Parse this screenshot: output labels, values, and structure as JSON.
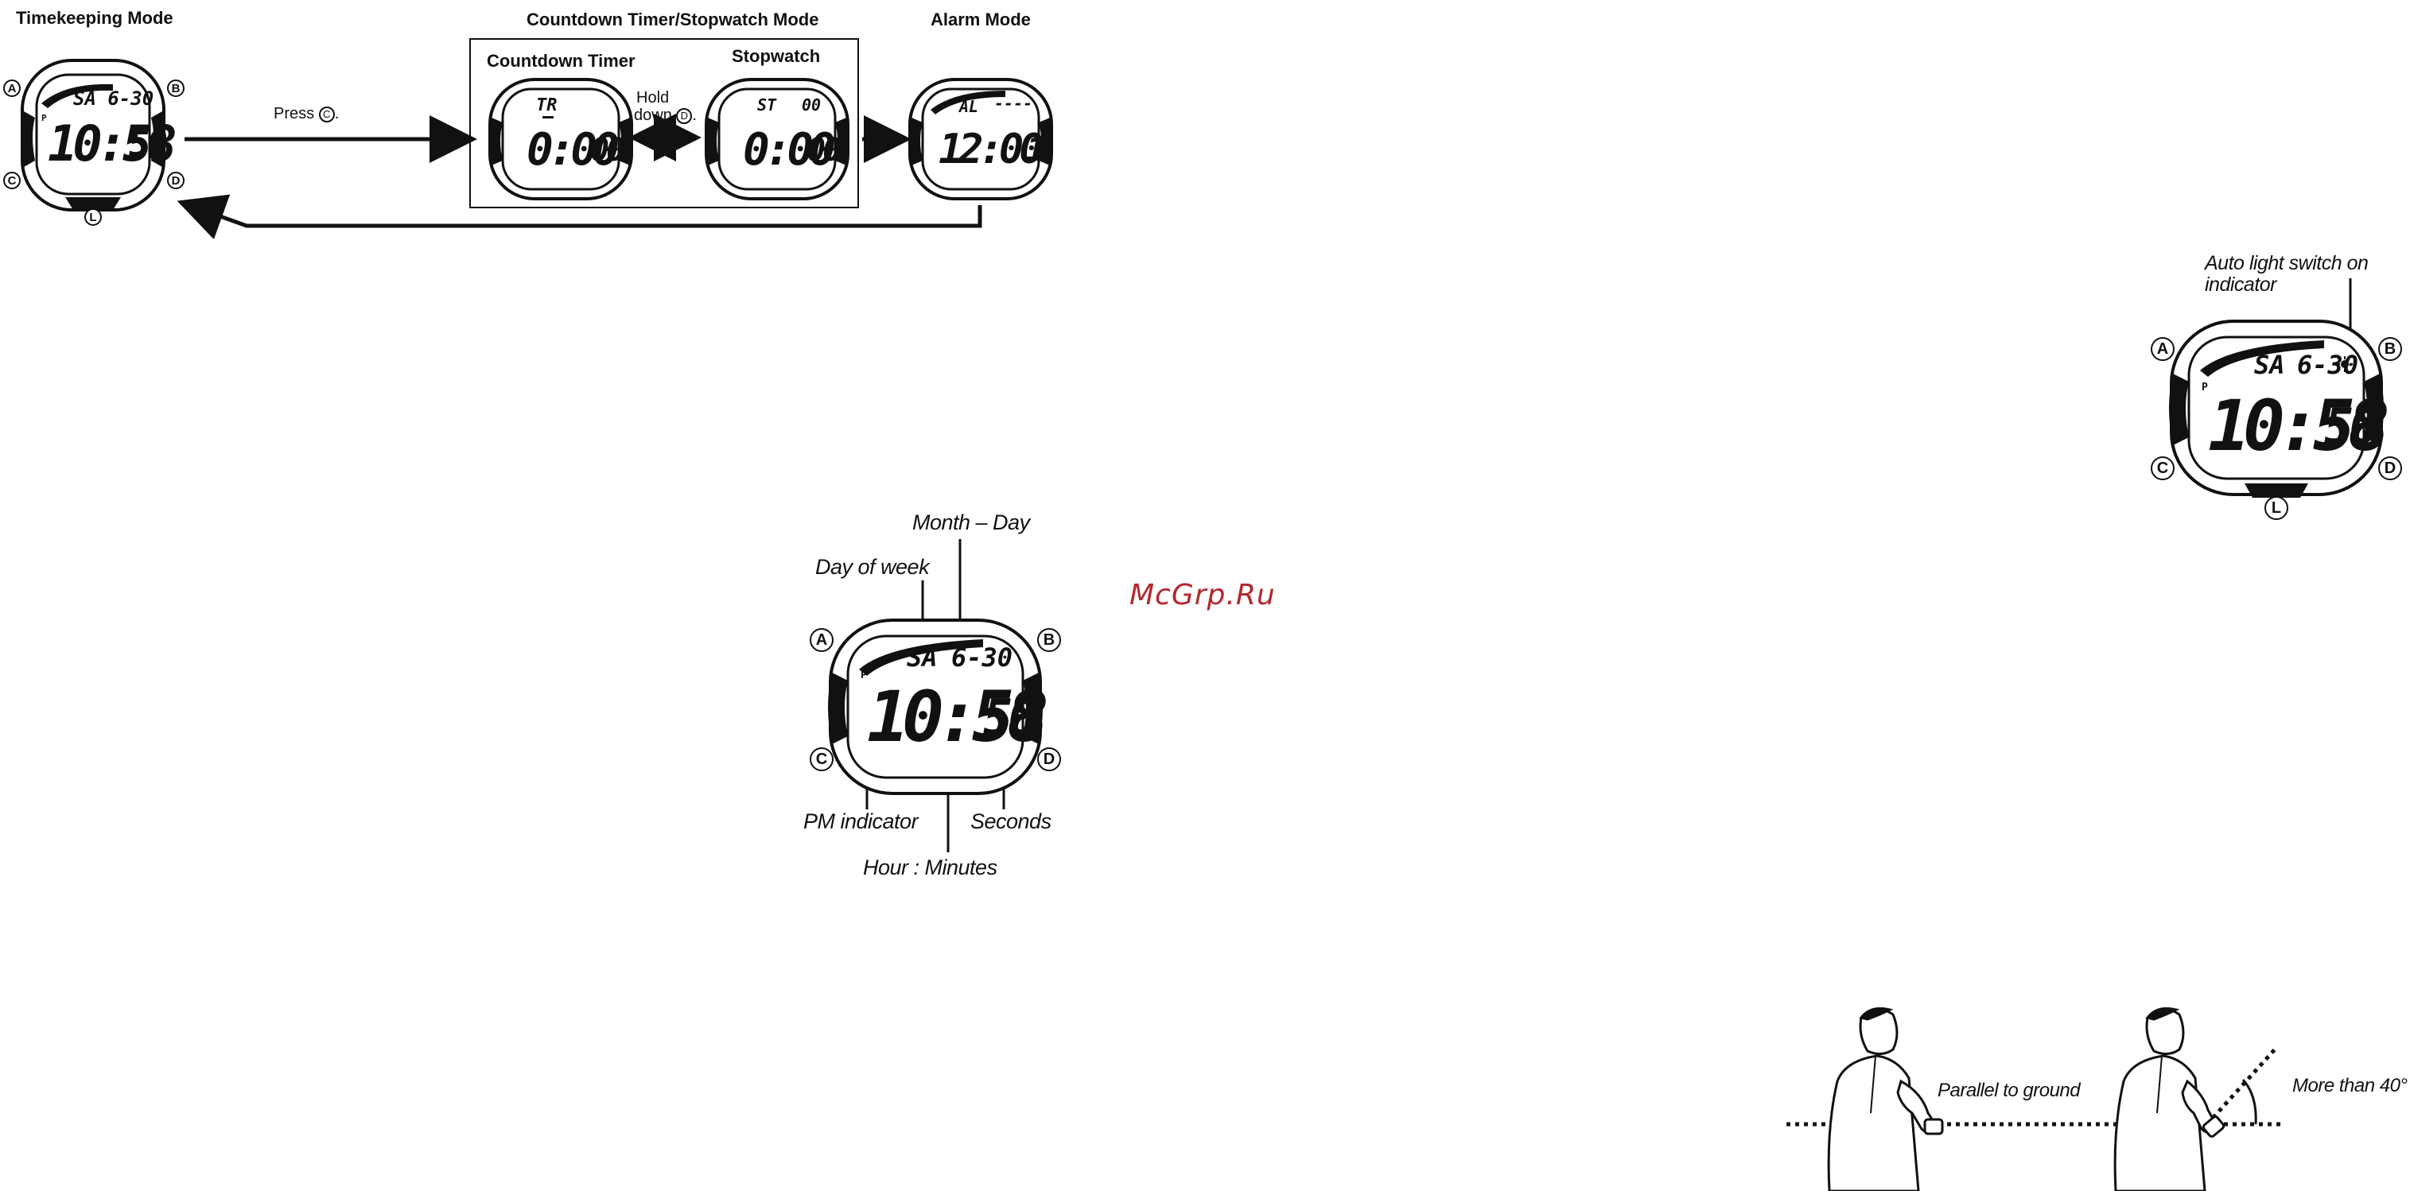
{
  "diagram": {
    "headings": {
      "timekeeping": "Timekeeping Mode",
      "countdown_stopwatch": "Countdown Timer/Stopwatch Mode",
      "alarm": "Alarm Mode",
      "countdown_timer": "Countdown Timer",
      "stopwatch": "Stopwatch"
    },
    "instructions": {
      "press": "Press",
      "press_button": "C",
      "hold_line1": "Hold",
      "hold_line2": "down",
      "hold_button": "D"
    },
    "buttons": {
      "a": "A",
      "b": "B",
      "c": "C",
      "d": "D",
      "l": "L"
    },
    "watches": {
      "timekeeping": {
        "pm": "P",
        "top": "SA 6-30",
        "main": "10:58",
        "sec": "50"
      },
      "countdown": {
        "top": "TR",
        "main": "0:00",
        "sec": "00"
      },
      "stopwatch": {
        "top": "ST",
        "top_right": "00",
        "main": "0:00",
        "sec": "00"
      },
      "alarm": {
        "top": "AL",
        "top_right": "----",
        "main": "12:00",
        "sec": "1"
      }
    }
  },
  "center_watch": {
    "labels": {
      "month_day": "Month – Day",
      "day_of_week": "Day of week",
      "pm_indicator": "PM indicator",
      "seconds": "Seconds",
      "hour_minutes": "Hour : Minutes"
    },
    "display": {
      "pm": "P",
      "day": "SA",
      "date": "6-30",
      "main": "10:58",
      "sec": "50"
    }
  },
  "right_watch": {
    "label_line1": "Auto light switch on",
    "label_line2": "indicator",
    "display": {
      "pm": "P",
      "day": "SA",
      "date": "6-30",
      "main": "10:58",
      "sec": "50"
    }
  },
  "figures": {
    "parallel": "Parallel to ground",
    "angle": "More than 40°"
  },
  "watermark": "McGrp.Ru"
}
